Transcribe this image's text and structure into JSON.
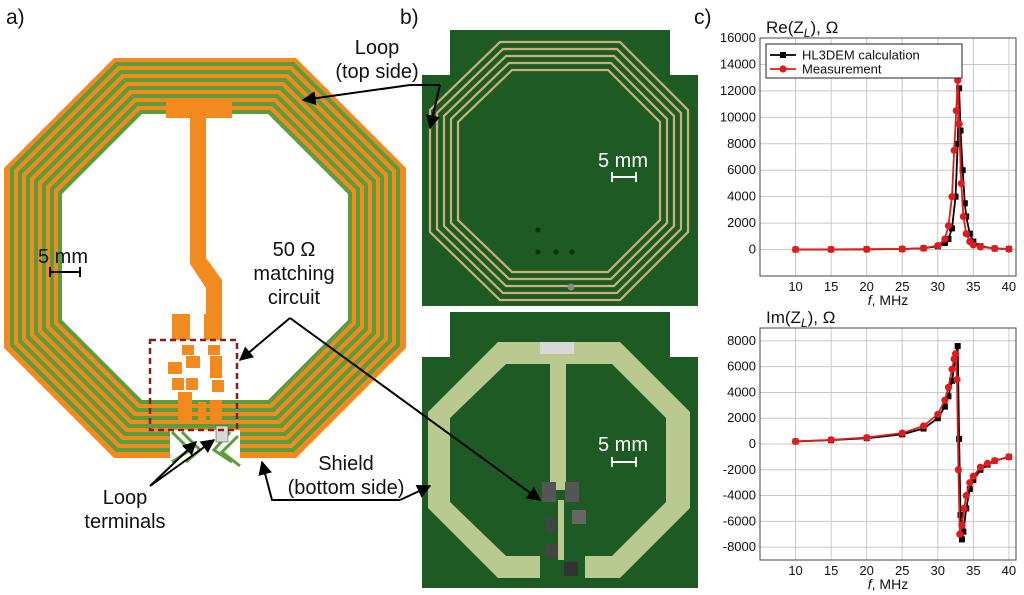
{
  "panels": {
    "a": "a)",
    "b": "b)",
    "c": "c)"
  },
  "annotations": {
    "loop_top_line1": "Loop",
    "loop_top_line2": "(top side)",
    "scale_a": "5 mm",
    "scale_b_top": "5 mm",
    "scale_b_bottom": "5 mm",
    "matching_line1": "50 Ω",
    "matching_line2": "matching",
    "matching_line3": "circuit",
    "shield_line1": "Shield",
    "shield_line2": "(bottom side)",
    "terminals_line1": "Loop",
    "terminals_line2": "terminals"
  },
  "colors": {
    "trace_orange": "#f28a1e",
    "trace_green": "#5c9c3c",
    "pcb_green": "#1e5a24",
    "gold": "#c9b27a",
    "shield": "#b9c98f",
    "dashed_box": "#8b1a1a",
    "calc_series": "#000000",
    "meas_series": "#e01b1b"
  },
  "chart_data": [
    {
      "type": "line",
      "title": "Re(Z_L), Ω",
      "xlabel": "f, MHz",
      "ylabel": "",
      "xlim": [
        5,
        41
      ],
      "ylim": [
        -2000,
        16000
      ],
      "xticks": [
        "10",
        "15",
        "20",
        "25",
        "30",
        "35",
        "40"
      ],
      "yticks": [
        "0",
        "2000",
        "4000",
        "6000",
        "8000",
        "10000",
        "12000",
        "14000",
        "16000"
      ],
      "grid": true,
      "legend_position": "top-left",
      "series": [
        {
          "name": "HL3DEM calculation",
          "color": "#000000",
          "marker": "square",
          "x": [
            10,
            15,
            20,
            25,
            28,
            30,
            31,
            31.5,
            32,
            32.5,
            32.8,
            33,
            33.2,
            33.5,
            33.8,
            34,
            34.5,
            35,
            36,
            38,
            40
          ],
          "y": [
            5,
            10,
            20,
            40,
            100,
            250,
            500,
            800,
            1600,
            4000,
            8000,
            12200,
            9000,
            6000,
            3500,
            2500,
            1200,
            600,
            250,
            80,
            40
          ]
        },
        {
          "name": "Measurement",
          "color": "#e01b1b",
          "marker": "circle",
          "x": [
            10,
            15,
            20,
            25,
            28,
            30,
            31,
            31.5,
            32,
            32.3,
            32.6,
            32.8,
            33,
            33.3,
            33.6,
            34,
            34.5,
            35,
            36,
            38,
            40
          ],
          "y": [
            5,
            10,
            20,
            40,
            100,
            300,
            800,
            1800,
            4000,
            7500,
            10500,
            12800,
            9500,
            5000,
            2500,
            1200,
            600,
            350,
            200,
            80,
            40
          ]
        }
      ]
    },
    {
      "type": "line",
      "title": "Im(Z_L), Ω",
      "xlabel": "f, MHz",
      "ylabel": "",
      "xlim": [
        5,
        41
      ],
      "ylim": [
        -9000,
        9000
      ],
      "xticks": [
        "10",
        "15",
        "20",
        "25",
        "30",
        "35",
        "40"
      ],
      "yticks": [
        "-8000",
        "-6000",
        "-4000",
        "-2000",
        "0",
        "2000",
        "4000",
        "6000",
        "8000"
      ],
      "grid": true,
      "series": [
        {
          "name": "HL3DEM calculation",
          "color": "#000000",
          "marker": "square",
          "x": [
            10,
            15,
            20,
            25,
            28,
            30,
            31,
            31.5,
            32,
            32.5,
            32.8,
            33,
            33.2,
            33.4,
            33.6,
            34,
            34.5,
            35,
            36,
            37,
            38,
            40
          ],
          "y": [
            200,
            300,
            450,
            750,
            1200,
            2000,
            2900,
            3700,
            4900,
            6700,
            7600,
            400,
            -5500,
            -7400,
            -6800,
            -5000,
            -3500,
            -2800,
            -2000,
            -1600,
            -1300,
            -1000
          ]
        },
        {
          "name": "Measurement",
          "color": "#e01b1b",
          "marker": "circle",
          "x": [
            10,
            15,
            20,
            25,
            28,
            30,
            31,
            31.5,
            32,
            32.3,
            32.5,
            32.7,
            32.9,
            33.1,
            33.4,
            33.7,
            34,
            34.5,
            35,
            36,
            37,
            38,
            40
          ],
          "y": [
            200,
            320,
            500,
            850,
            1400,
            2300,
            3400,
            4400,
            5800,
            6600,
            7000,
            5000,
            -2000,
            -7000,
            -6300,
            -5000,
            -4000,
            -3000,
            -2500,
            -1800,
            -1500,
            -1300,
            -1000
          ]
        }
      ]
    }
  ]
}
